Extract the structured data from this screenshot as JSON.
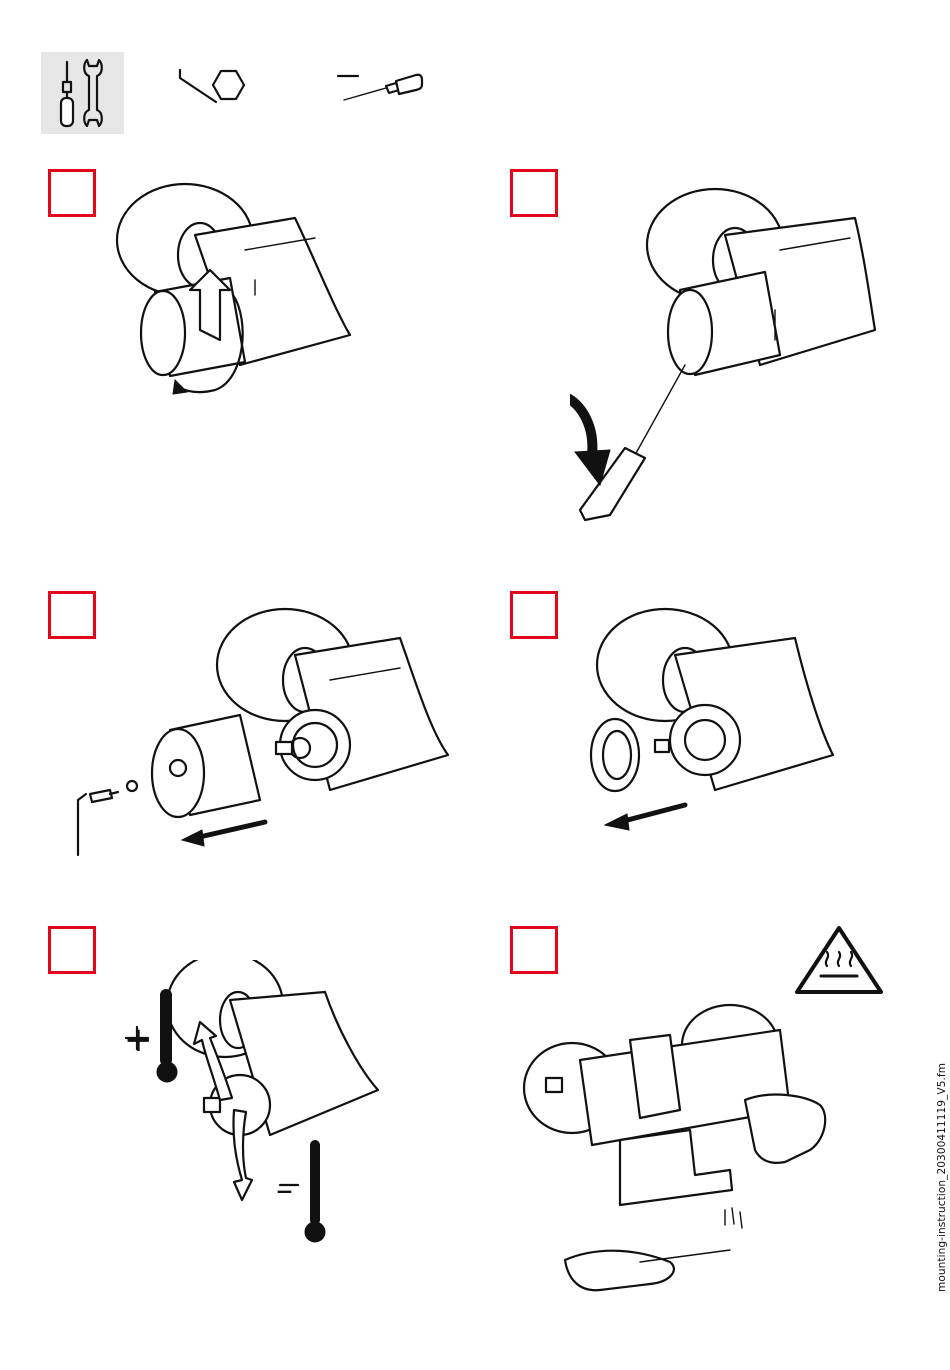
{
  "tools": [
    {
      "name": "tools-symbol-icon"
    },
    {
      "name": "hex-key-icon"
    },
    {
      "name": "flat-screwdriver-icon"
    }
  ],
  "steps": [
    {
      "number": "",
      "action": "unscrew handle"
    },
    {
      "number": "",
      "action": "pry off cap"
    },
    {
      "number": "",
      "action": "remove handle"
    },
    {
      "number": "",
      "action": "remove stop ring"
    },
    {
      "number": "",
      "action": "rotate to set temperature"
    },
    {
      "number": "",
      "action": "test water temperature"
    }
  ],
  "warning": {
    "icon": "hot-surface-warning-icon"
  },
  "temperature": {
    "plus": "+",
    "minus": "–"
  },
  "footer": {
    "filename": "mounting-instruction_20300411119_V5.fm"
  },
  "colors": {
    "step_border": "#e3051b",
    "tool_bg": "#e6e6e6",
    "line": "#111111"
  }
}
